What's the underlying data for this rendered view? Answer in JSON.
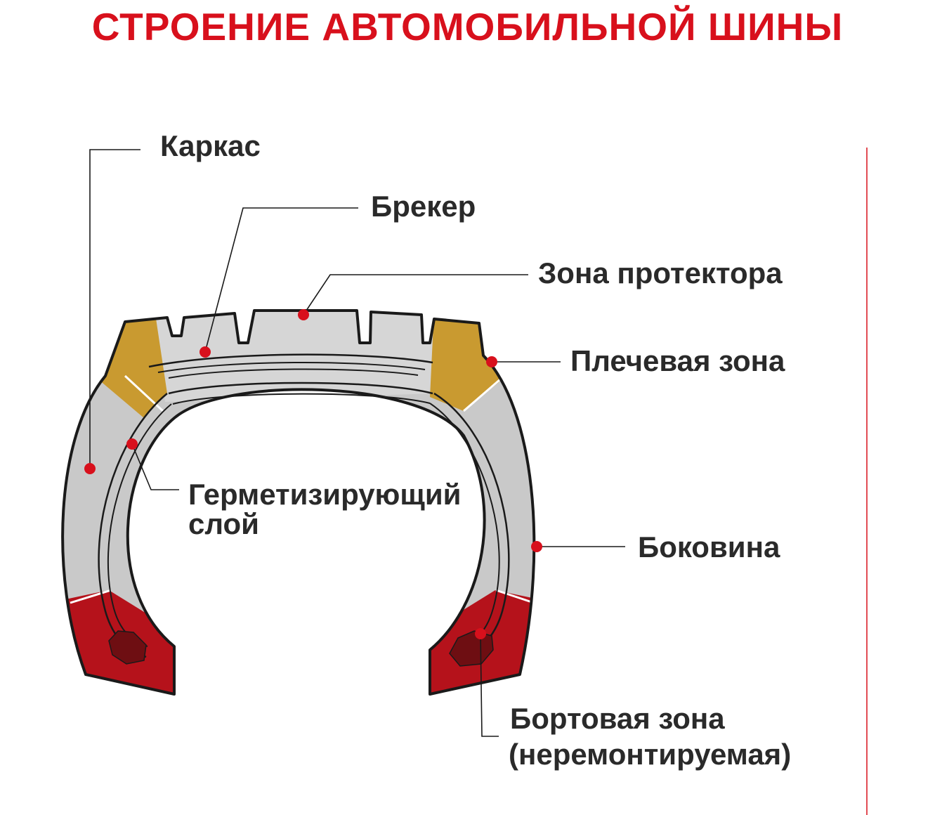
{
  "title": "СТРОЕНИЕ АВТОМОБИЛЬНОЙ ШИНЫ",
  "labels": {
    "karkas": "Каркас",
    "breker": "Брекер",
    "protector": "Зона протектора",
    "shoulder": "Плечевая зона",
    "sealing_line1": "Герметизирующий",
    "sealing_line2": "слой",
    "sidewall": "Боковина",
    "bead_line1": "Бортовая зона",
    "bead_line2": "(неремонтируемая)"
  },
  "colors": {
    "accent_red": "#d8101c",
    "text": "#2a2a2a",
    "tread_gray": "#cfcfcf",
    "sidewall_gray": "#c6c6c6",
    "shoulder_gold": "#c99a30",
    "bead_red": "#b5121b",
    "bead_core": "#6e0e12",
    "outline": "#1a1a1a"
  }
}
